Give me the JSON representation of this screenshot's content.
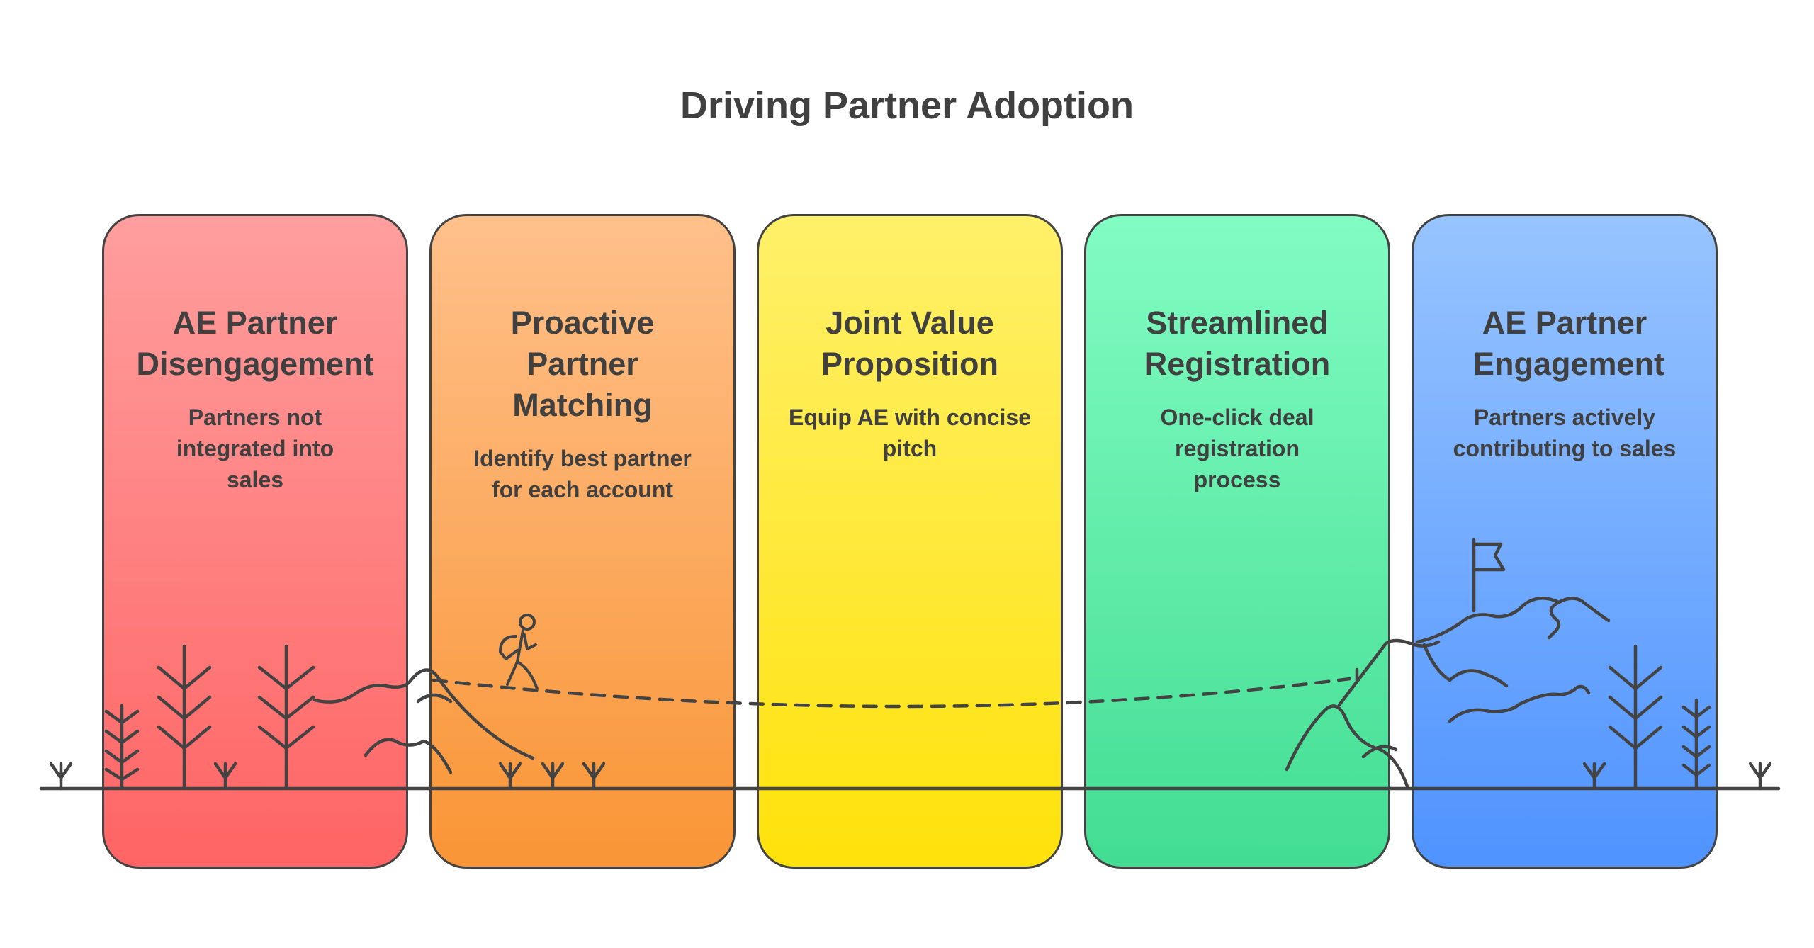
{
  "title": "Driving Partner Adoption",
  "stages": [
    {
      "heading": "AE Partner Disengagement",
      "description": "Partners not integrated into sales",
      "gradient": [
        "#ff9e9e",
        "#ff6464"
      ]
    },
    {
      "heading": "Proactive Partner Matching",
      "description": "Identify best partner for each account",
      "gradient": [
        "#ffc08a",
        "#f99536"
      ]
    },
    {
      "heading": "Joint Value Proposition",
      "description": "Equip AE with concise pitch",
      "gradient": [
        "#fff06a",
        "#ffe20a"
      ]
    },
    {
      "heading": "Streamlined Registration",
      "description": "One-click deal registration process",
      "gradient": [
        "#82fcc3",
        "#42dd92"
      ]
    },
    {
      "heading": "AE Partner Engagement",
      "description": "Partners actively contributing to sales",
      "gradient": [
        "#97c4ff",
        "#4f93ff"
      ]
    }
  ],
  "icons": [
    "tree-icon",
    "hiker-icon",
    "flag-icon",
    "mountain-icon"
  ],
  "colors": {
    "line": "#434343",
    "text": "#404040"
  }
}
